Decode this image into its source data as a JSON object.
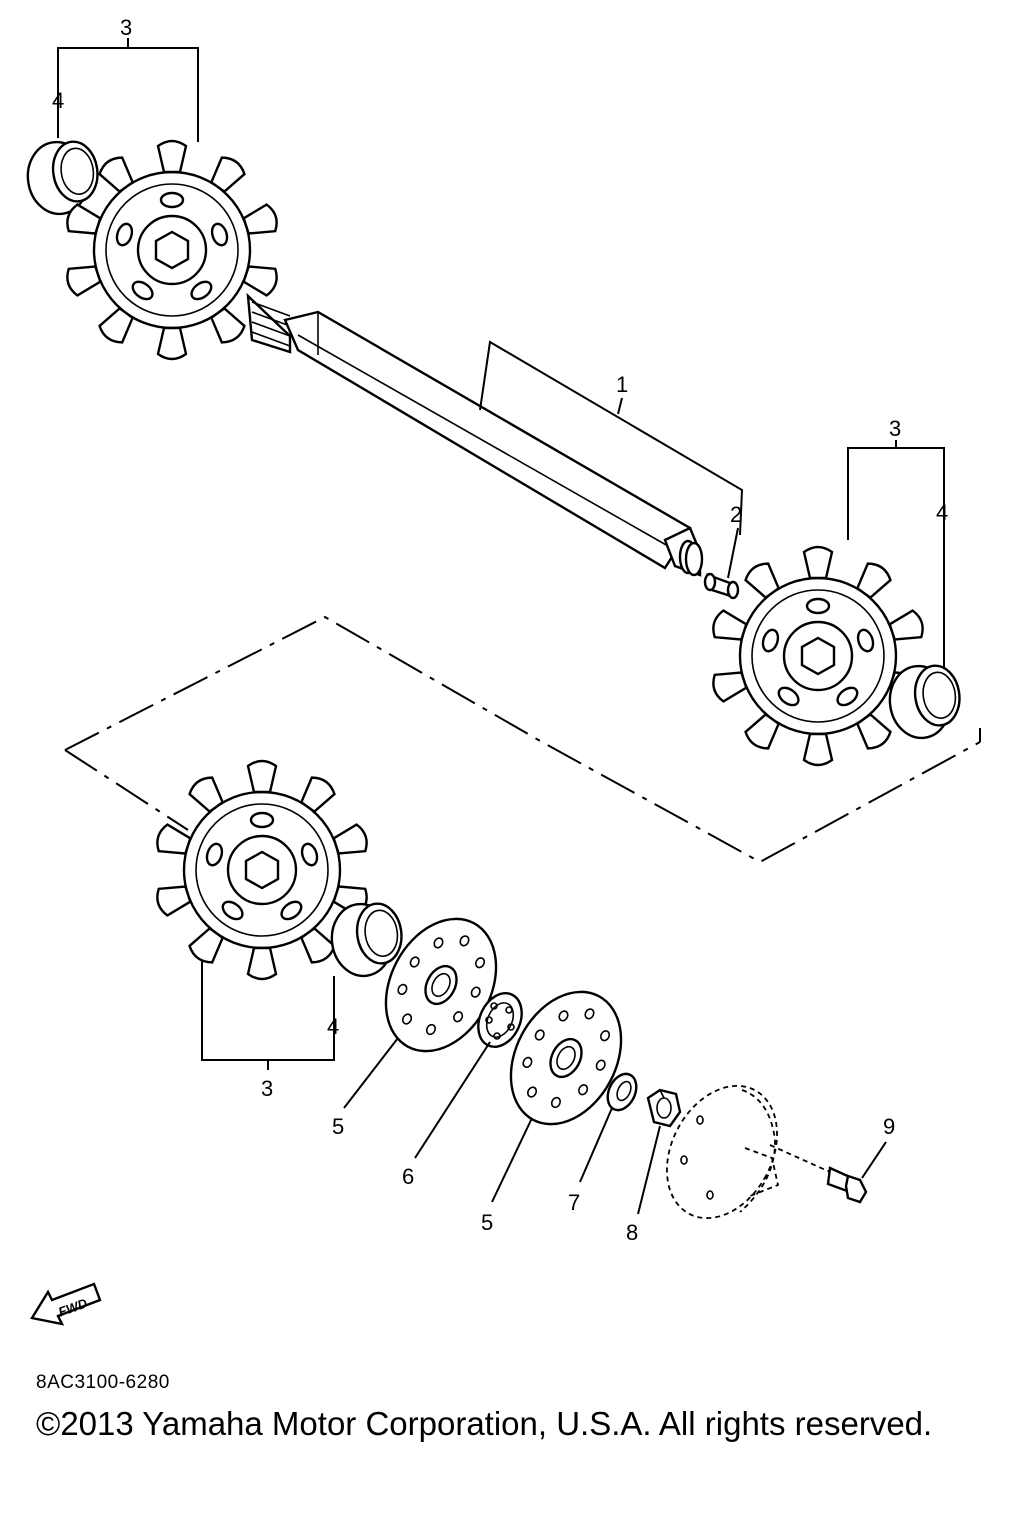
{
  "callouts": [
    {
      "id": "c1",
      "text": "1"
    },
    {
      "id": "c2",
      "text": "2"
    },
    {
      "id": "c3a",
      "text": "3"
    },
    {
      "id": "c4a",
      "text": "4"
    },
    {
      "id": "c3b",
      "text": "3"
    },
    {
      "id": "c4b",
      "text": "4"
    },
    {
      "id": "c3c",
      "text": "3"
    },
    {
      "id": "c4c",
      "text": "4"
    },
    {
      "id": "c5a",
      "text": "5"
    },
    {
      "id": "c6",
      "text": "6"
    },
    {
      "id": "c5b",
      "text": "5"
    },
    {
      "id": "c7",
      "text": "7"
    },
    {
      "id": "c8",
      "text": "8"
    },
    {
      "id": "c9",
      "text": "9"
    }
  ],
  "fwd_label": "FWD",
  "diagram_code": "8AC3100-6280",
  "copyright": "©2013 Yamaha Motor Corporation, U.S.A. All rights reserved."
}
